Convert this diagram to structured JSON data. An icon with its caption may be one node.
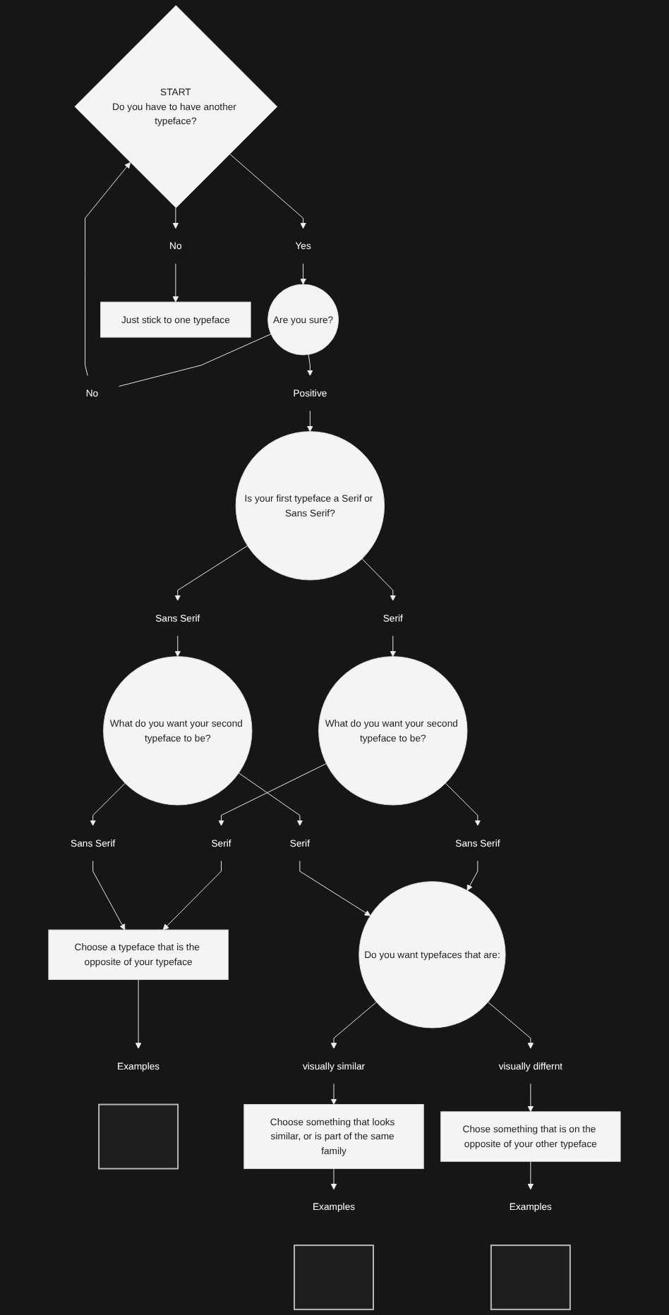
{
  "diagram": {
    "nodes": [
      {
        "text": [
          "START",
          "Do you have to have another typeface?"
        ]
      },
      {
        "text": [
          "Yes"
        ]
      },
      {
        "text": [
          "No"
        ]
      },
      {
        "text": [
          "Are you sure?"
        ]
      },
      {
        "text": [
          "No"
        ]
      },
      {
        "text": [
          "Just stick to one typeface"
        ]
      },
      {
        "text": [
          "Positive"
        ]
      },
      {
        "text": [
          "Is your first typeface a Serif or Sans Serif?"
        ]
      },
      {
        "text": [
          "Serif"
        ]
      },
      {
        "text": [
          "What do you want your second typeface to be?"
        ]
      },
      {
        "text": [
          "Sans Serif"
        ]
      },
      {
        "text": [
          "What do you want your second typeface to be?"
        ]
      },
      {
        "text": [
          "Sans Serif"
        ]
      },
      {
        "text": [
          "Serif"
        ]
      },
      {
        "text": [
          "Sans Serif"
        ]
      },
      {
        "text": [
          "Choose a typeface that is the opposite of your typeface"
        ]
      },
      {
        "text": [
          "Serif"
        ]
      },
      {
        "text": [
          "Examples"
        ]
      },
      {
        "text": [],
        "shape": "box"
      },
      {
        "text": [
          "Do you want typefaces that are:"
        ]
      },
      {
        "text": [
          "visually similar"
        ]
      },
      {
        "text": [
          "visually differnt"
        ]
      },
      {
        "text": [
          "Choose something that looks similar, or is part of the same family"
        ]
      },
      {
        "text": [
          "Chose something that is on the opposite of your other typeface"
        ]
      },
      {
        "text": [
          "Examples"
        ]
      },
      {
        "text": [
          "Examples"
        ]
      },
      {
        "text": [],
        "shape": "box"
      },
      {
        "text": [],
        "shape": "box"
      }
    ],
    "edges": [
      {
        "from": 0,
        "to": 1,
        "arrow": "to"
      },
      {
        "from": 1,
        "to": 3,
        "arrow": "to"
      },
      {
        "from": 0,
        "to": 2,
        "arrow": "to"
      },
      {
        "from": 2,
        "to": 5,
        "arrow": "to"
      },
      {
        "from": 3,
        "to": 4,
        "arrow": "none"
      },
      {
        "from": 4,
        "to": 0,
        "arrow": "to"
      },
      {
        "from": 3,
        "to": 6,
        "arrow": "to"
      },
      {
        "from": 6,
        "to": 7,
        "arrow": "to"
      },
      {
        "from": 7,
        "to": 8,
        "arrow": "to"
      },
      {
        "from": 8,
        "to": 9,
        "arrow": "to"
      },
      {
        "from": 7,
        "to": 10,
        "arrow": "to"
      },
      {
        "from": 10,
        "to": 11,
        "arrow": "to"
      },
      {
        "from": 9,
        "to": 12,
        "arrow": "to"
      },
      {
        "from": 9,
        "to": 13,
        "arrow": "to"
      },
      {
        "from": 12,
        "to": 19,
        "arrow": "to"
      },
      {
        "from": 13,
        "to": 15,
        "arrow": "to"
      },
      {
        "from": 11,
        "to": 14,
        "arrow": "to"
      },
      {
        "from": 14,
        "to": 15,
        "arrow": "to"
      },
      {
        "from": 11,
        "to": 16,
        "arrow": "to"
      },
      {
        "from": 16,
        "to": 19,
        "arrow": "to"
      },
      {
        "from": 15,
        "to": 17,
        "arrow": "to"
      },
      {
        "from": 19,
        "to": 20,
        "arrow": "to"
      },
      {
        "from": 19,
        "to": 21,
        "arrow": "to"
      },
      {
        "from": 20,
        "to": 22,
        "arrow": "to"
      },
      {
        "from": 21,
        "to": 23,
        "arrow": "to"
      },
      {
        "from": 22,
        "to": 24,
        "arrow": "to"
      },
      {
        "from": 23,
        "to": 25,
        "arrow": "to"
      }
    ]
  }
}
